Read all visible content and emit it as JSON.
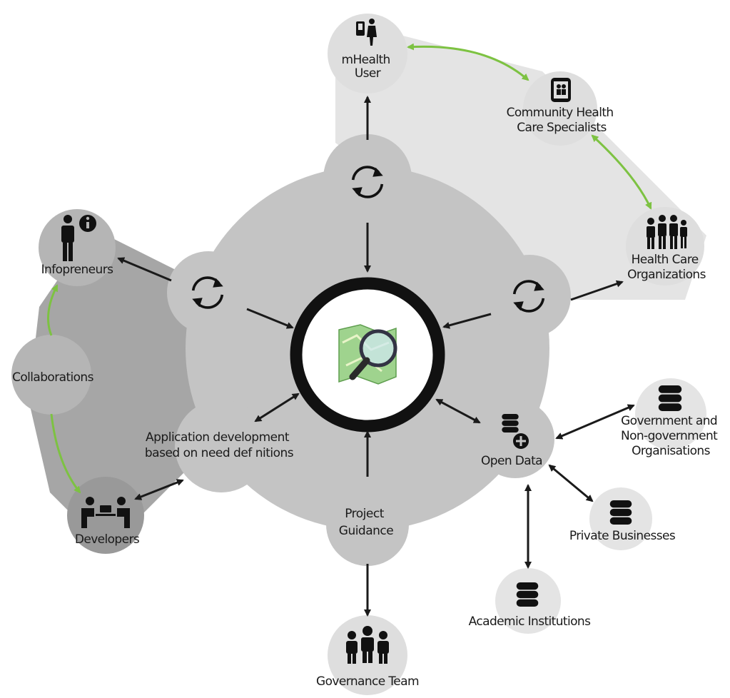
{
  "center": {
    "icon": "map-magnifier-icon"
  },
  "nodes": {
    "mhealth_user": {
      "lines": [
        "mHealth",
        "User"
      ],
      "icon": "phone-person-icon"
    },
    "community_specialists": {
      "lines": [
        "Community Health",
        "Care Specialists"
      ],
      "icon": "tablet-people-icon"
    },
    "health_care_orgs": {
      "lines": [
        "Health Care",
        "Organizations"
      ],
      "icon": "group-doctors-icon"
    },
    "infopreneurs": {
      "lines": [
        "Infopreneurs"
      ],
      "icon": "person-info-icon"
    },
    "collaborations": {
      "lines": [
        "Collaborations"
      ]
    },
    "developers": {
      "lines": [
        "Developers"
      ],
      "icon": "developers-desk-icon"
    },
    "app_dev": {
      "lines": [
        "Application development",
        "based on need def nitions"
      ]
    },
    "project_guidance": {
      "lines": [
        "Project",
        "Guidance"
      ]
    },
    "open_data": {
      "lines": [
        "Open Data"
      ],
      "icon": "database-plus-icon"
    },
    "gov_orgs": {
      "lines": [
        "Government and",
        "Non-government",
        "Organisations"
      ],
      "icon": "database-icon"
    },
    "private_businesses": {
      "lines": [
        "Private Businesses"
      ],
      "icon": "database-icon"
    },
    "academic": {
      "lines": [
        "Academic Institutions"
      ],
      "icon": "database-icon"
    },
    "governance_team": {
      "lines": [
        "Governance Team"
      ],
      "icon": "team-icon"
    }
  },
  "cycle_icons": [
    "refresh-cycle-icon",
    "refresh-cycle-icon",
    "refresh-cycle-icon"
  ],
  "colors": {
    "panel_light": "#e4e4e4",
    "panel_dark": "#a6a6a6",
    "main_blob": "#c4c4c4",
    "node_fill": "#dedede",
    "node_dark": "#b5b5b5",
    "ring": "#111111",
    "arrow": "#1a1a1a",
    "link_green": "#7dc242"
  }
}
